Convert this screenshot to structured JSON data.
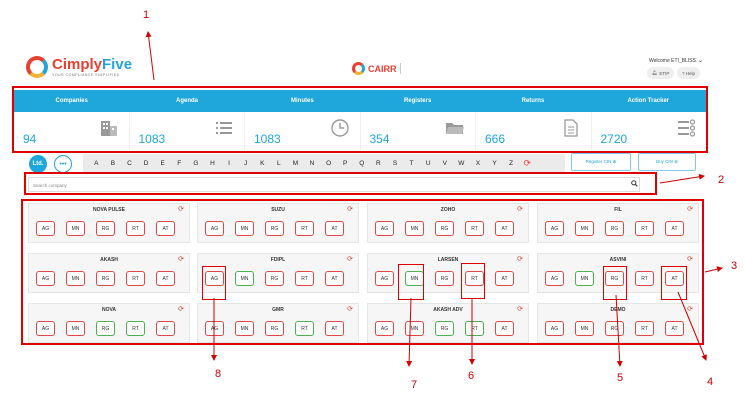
{
  "brand": {
    "logo_name_a": "Cimply",
    "logo_name_b": "Five",
    "logo_tagline": "YOUR COMPLIANCE SIMPLIFIED",
    "product": "CAIRR",
    "colors": {
      "red": "#e8402f",
      "blue": "#1fa6da",
      "yellow": "#f2b233",
      "green": "#4caf50"
    }
  },
  "user": {
    "welcome": "Welcome ETI_BLISS",
    "pill_1": "ETIP",
    "pill_2": "? Help"
  },
  "summary": {
    "tiles": [
      {
        "label": "Companies",
        "count": "94",
        "icon": "building-icon"
      },
      {
        "label": "Agenda",
        "count": "1083",
        "icon": "list-icon"
      },
      {
        "label": "Minutes",
        "count": "1083",
        "icon": "clock-icon"
      },
      {
        "label": "Registers",
        "count": "354",
        "icon": "folder-icon"
      },
      {
        "label": "Returns",
        "count": "666",
        "icon": "document-icon"
      },
      {
        "label": "Action Tracker",
        "count": "2720",
        "icon": "checklist-icon"
      }
    ]
  },
  "filter": {
    "ltd_label": "Ltd.",
    "more_label": "•••",
    "letters": [
      "A",
      "B",
      "C",
      "D",
      "E",
      "F",
      "G",
      "H",
      "I",
      "J",
      "K",
      "L",
      "M",
      "N",
      "O",
      "P",
      "Q",
      "R",
      "S",
      "T",
      "U",
      "V",
      "W",
      "X",
      "Y",
      "Z"
    ],
    "register_btn": "Register CIN ⊕",
    "buy_btn": "Buy CIN ⊕"
  },
  "search": {
    "placeholder": "Search company"
  },
  "companies": [
    {
      "name": "NOVA PULSE",
      "buttons": [
        {
          "label": "AG",
          "status": "red"
        },
        {
          "label": "MN",
          "status": "red"
        },
        {
          "label": "RG",
          "status": "red"
        },
        {
          "label": "RT",
          "status": "red"
        },
        {
          "label": "AT",
          "status": "red"
        }
      ]
    },
    {
      "name": "SUZU",
      "buttons": [
        {
          "label": "AG",
          "status": "red"
        },
        {
          "label": "MN",
          "status": "red"
        },
        {
          "label": "RG",
          "status": "red"
        },
        {
          "label": "RT",
          "status": "red"
        },
        {
          "label": "AT",
          "status": "red"
        }
      ]
    },
    {
      "name": "ZOHO",
      "buttons": [
        {
          "label": "AG",
          "status": "red"
        },
        {
          "label": "MN",
          "status": "red"
        },
        {
          "label": "RG",
          "status": "red"
        },
        {
          "label": "RT",
          "status": "red"
        },
        {
          "label": "AT",
          "status": "red"
        }
      ]
    },
    {
      "name": "FIL",
      "buttons": [
        {
          "label": "AG",
          "status": "red"
        },
        {
          "label": "MN",
          "status": "red"
        },
        {
          "label": "RG",
          "status": "red"
        },
        {
          "label": "RT",
          "status": "red"
        },
        {
          "label": "AT",
          "status": "red"
        }
      ]
    },
    {
      "name": "AKASH",
      "buttons": [
        {
          "label": "AG",
          "status": "red"
        },
        {
          "label": "MN",
          "status": "red"
        },
        {
          "label": "RG",
          "status": "red"
        },
        {
          "label": "RT",
          "status": "red"
        },
        {
          "label": "AT",
          "status": "red"
        }
      ]
    },
    {
      "name": "FDIPL",
      "buttons": [
        {
          "label": "AG",
          "status": "red"
        },
        {
          "label": "MN",
          "status": "green"
        },
        {
          "label": "RG",
          "status": "red"
        },
        {
          "label": "RT",
          "status": "red"
        },
        {
          "label": "AT",
          "status": "red"
        }
      ]
    },
    {
      "name": "LARSEN",
      "buttons": [
        {
          "label": "AG",
          "status": "red"
        },
        {
          "label": "MN",
          "status": "green"
        },
        {
          "label": "RG",
          "status": "red"
        },
        {
          "label": "RT",
          "status": "red"
        },
        {
          "label": "AT",
          "status": "red"
        }
      ]
    },
    {
      "name": "ASVINI",
      "buttons": [
        {
          "label": "AG",
          "status": "red"
        },
        {
          "label": "MN",
          "status": "green"
        },
        {
          "label": "RG",
          "status": "red"
        },
        {
          "label": "RT",
          "status": "red"
        },
        {
          "label": "AT",
          "status": "red"
        }
      ]
    },
    {
      "name": "NOVA",
      "buttons": [
        {
          "label": "AG",
          "status": "red"
        },
        {
          "label": "MN",
          "status": "red"
        },
        {
          "label": "RG",
          "status": "green"
        },
        {
          "label": "RT",
          "status": "green"
        },
        {
          "label": "AT",
          "status": "red"
        }
      ]
    },
    {
      "name": "GMR",
      "buttons": [
        {
          "label": "AG",
          "status": "red"
        },
        {
          "label": "MN",
          "status": "red"
        },
        {
          "label": "RG",
          "status": "red"
        },
        {
          "label": "RT",
          "status": "green"
        },
        {
          "label": "AT",
          "status": "red"
        }
      ]
    },
    {
      "name": "AKASH ADV",
      "buttons": [
        {
          "label": "AG",
          "status": "red"
        },
        {
          "label": "MN",
          "status": "red"
        },
        {
          "label": "RG",
          "status": "green"
        },
        {
          "label": "RT",
          "status": "green"
        },
        {
          "label": "AT",
          "status": "red"
        }
      ]
    },
    {
      "name": "DEMO",
      "buttons": [
        {
          "label": "AG",
          "status": "red"
        },
        {
          "label": "MN",
          "status": "red"
        },
        {
          "label": "RG",
          "status": "red"
        },
        {
          "label": "RT",
          "status": "red"
        },
        {
          "label": "AT",
          "status": "red"
        }
      ]
    }
  ],
  "annotations": {
    "labels": [
      "1",
      "2",
      "3",
      "4",
      "5",
      "6",
      "7",
      "8"
    ]
  }
}
